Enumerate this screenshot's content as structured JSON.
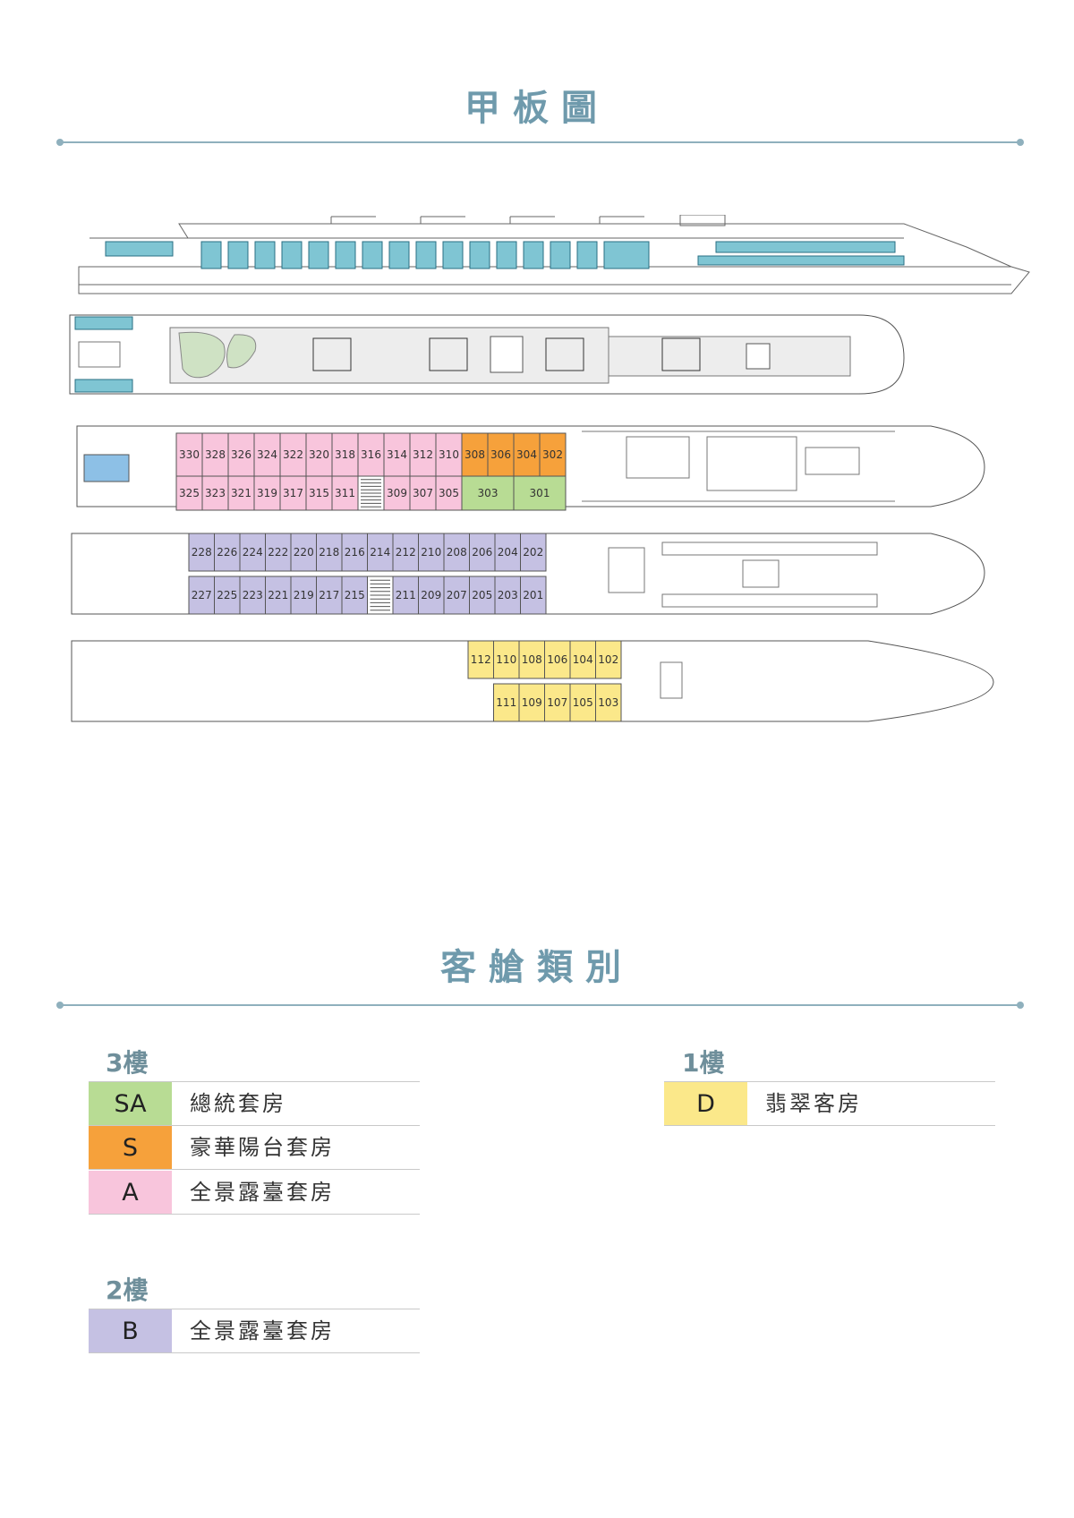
{
  "deck_plan": {
    "title": "甲板圖",
    "deck3": {
      "top_row": [
        {
          "no": "330",
          "cat": "A"
        },
        {
          "no": "328",
          "cat": "A"
        },
        {
          "no": "326",
          "cat": "A"
        },
        {
          "no": "324",
          "cat": "A"
        },
        {
          "no": "322",
          "cat": "A"
        },
        {
          "no": "320",
          "cat": "A"
        },
        {
          "no": "318",
          "cat": "A"
        },
        {
          "no": "316",
          "cat": "A"
        },
        {
          "no": "314",
          "cat": "A"
        },
        {
          "no": "312",
          "cat": "A"
        },
        {
          "no": "310",
          "cat": "A"
        },
        {
          "no": "308",
          "cat": "S"
        },
        {
          "no": "306",
          "cat": "S"
        },
        {
          "no": "304",
          "cat": "S"
        },
        {
          "no": "302",
          "cat": "S"
        }
      ],
      "bottom_row": [
        {
          "no": "325",
          "cat": "A"
        },
        {
          "no": "323",
          "cat": "A"
        },
        {
          "no": "321",
          "cat": "A"
        },
        {
          "no": "319",
          "cat": "A"
        },
        {
          "no": "317",
          "cat": "A"
        },
        {
          "no": "315",
          "cat": "A"
        },
        {
          "no": "311",
          "cat": "A"
        },
        {
          "no": "",
          "cat": "stair"
        },
        {
          "no": "309",
          "cat": "A"
        },
        {
          "no": "307",
          "cat": "A"
        },
        {
          "no": "305",
          "cat": "A"
        },
        {
          "no": "303",
          "cat": "SA"
        },
        {
          "no": "301",
          "cat": "SA"
        }
      ]
    },
    "deck2": {
      "top_row": [
        "228",
        "226",
        "224",
        "222",
        "220",
        "218",
        "216",
        "214",
        "212",
        "210",
        "208",
        "206",
        "204",
        "202"
      ],
      "bottom_row": [
        "227",
        "225",
        "223",
        "221",
        "219",
        "217",
        "215",
        "",
        "211",
        "209",
        "207",
        "205",
        "203",
        "201"
      ]
    },
    "deck1": {
      "top_row": [
        "112",
        "110",
        "108",
        "106",
        "104",
        "102"
      ],
      "bottom_row": [
        "111",
        "109",
        "107",
        "105",
        "103"
      ]
    }
  },
  "cabin_types": {
    "title": "客艙類別",
    "floor3": {
      "label": "3樓",
      "items": [
        {
          "code": "SA",
          "name": "總統套房"
        },
        {
          "code": "S",
          "name": "豪華陽台套房"
        },
        {
          "code": "A",
          "name": "全景露臺套房"
        }
      ]
    },
    "floor2": {
      "label": "2樓",
      "items": [
        {
          "code": "B",
          "name": "全景露臺套房"
        }
      ]
    },
    "floor1": {
      "label": "1樓",
      "items": [
        {
          "code": "D",
          "name": "翡翠客房"
        }
      ]
    }
  },
  "colors": {
    "SA": "#b8dc94",
    "S": "#f6a13b",
    "A": "#f8c5dc",
    "B": "#c5c1e3",
    "D": "#fbe88a",
    "accent": "#6f9aac",
    "outline": "#555555"
  }
}
